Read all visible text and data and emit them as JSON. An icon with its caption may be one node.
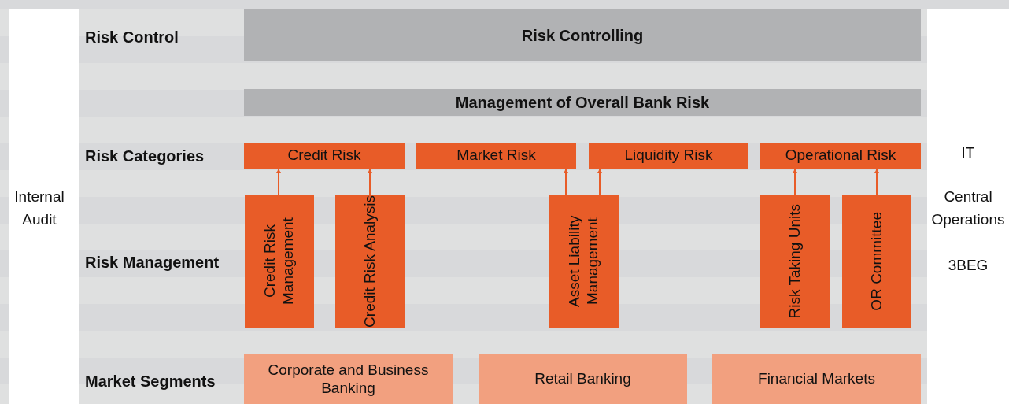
{
  "diagram": {
    "nodes": [
      {
        "text": [
          "Risk Controlling"
        ]
      },
      {
        "text": [
          "Management of Overall Bank Risk"
        ]
      },
      {
        "text": [
          "Credit Risk"
        ]
      },
      {
        "text": [
          "Market Risk"
        ]
      },
      {
        "text": [
          "Liquidity Risk"
        ]
      },
      {
        "text": [
          "Operational Risk"
        ]
      },
      {
        "text": [
          "Credit Risk Management"
        ]
      },
      {
        "text": [
          "Credit Risk Analysis"
        ]
      },
      {
        "text": [
          "Asset Liability Management"
        ]
      },
      {
        "text": [
          "Risk Taking Units"
        ]
      },
      {
        "text": [
          "OR Committee"
        ]
      },
      {
        "text": [
          "Corporate and Business Banking"
        ]
      },
      {
        "text": [
          "Retail Banking"
        ]
      },
      {
        "text": [
          "Financial Markets"
        ]
      }
    ],
    "edges": [
      {
        "from": 6,
        "to": 2,
        "arrow": "to"
      },
      {
        "from": 7,
        "to": 2,
        "arrow": "to"
      },
      {
        "from": 8,
        "to": 3,
        "arrow": "to"
      },
      {
        "from": 8,
        "to": 4,
        "arrow": "to"
      },
      {
        "from": 9,
        "to": 5,
        "arrow": "to"
      },
      {
        "from": 10,
        "to": 5,
        "arrow": "to"
      }
    ],
    "labels": [
      "Risk Control",
      "Risk Categories",
      "IT",
      "Internal Audit",
      "Central Operations",
      "Risk Management",
      "3BEG",
      "Market Segments"
    ]
  }
}
